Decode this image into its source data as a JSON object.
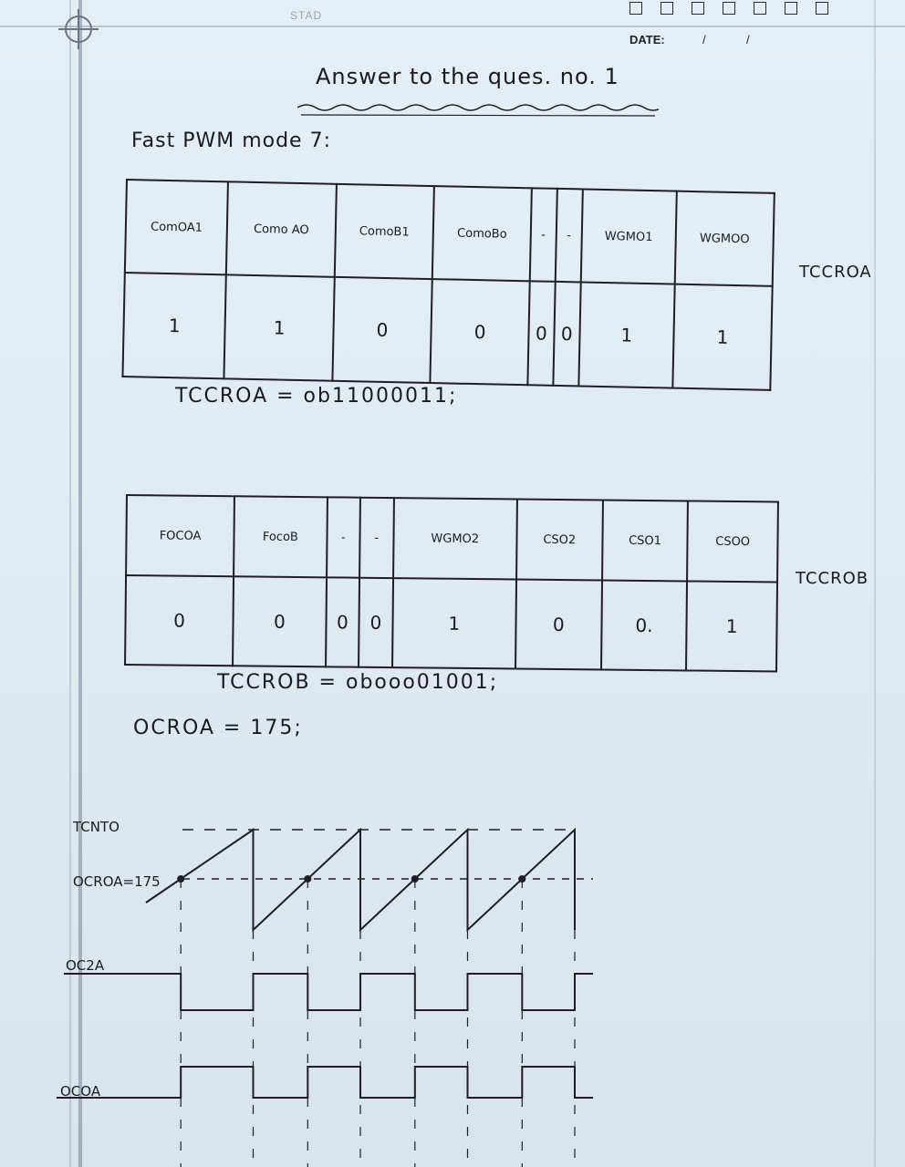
{
  "page_header": {
    "stamp_text": "STAD",
    "date_label": "DATE:",
    "date_separator": "/",
    "date_boxes_count": 7
  },
  "title": "Answer to the ques. no. 1",
  "mode_heading": "Fast PWM mode 7:",
  "tccr0a": {
    "side_label": "TCCROA",
    "headers": [
      "ComOA1",
      "Como AO",
      "ComoB1",
      "ComoBo",
      "-",
      "-",
      "WGMO1",
      "WGMOO"
    ],
    "values": [
      "1",
      "1",
      "0",
      "0",
      "0",
      "0",
      "1",
      "1"
    ],
    "code": "TCCROA = ob11000011;"
  },
  "tccr0b": {
    "side_label": "TCCROB",
    "headers": [
      "FOCOA",
      "FocoB",
      "-",
      "-",
      "WGMO2",
      "CSO2",
      "CSO1",
      "CSOO"
    ],
    "values": [
      "0",
      "0",
      "0",
      "0",
      "1",
      "0",
      "0.",
      "1"
    ],
    "code": "TCCROB = obooo01001;"
  },
  "ocr_assignment": "OCROA = 175;",
  "timing_diagram": {
    "top_label": "TCNTO",
    "compare_label": "OCROA=175",
    "trace_1_label": "OC2A",
    "trace_2_label": "OCOA",
    "period_count": 4
  }
}
